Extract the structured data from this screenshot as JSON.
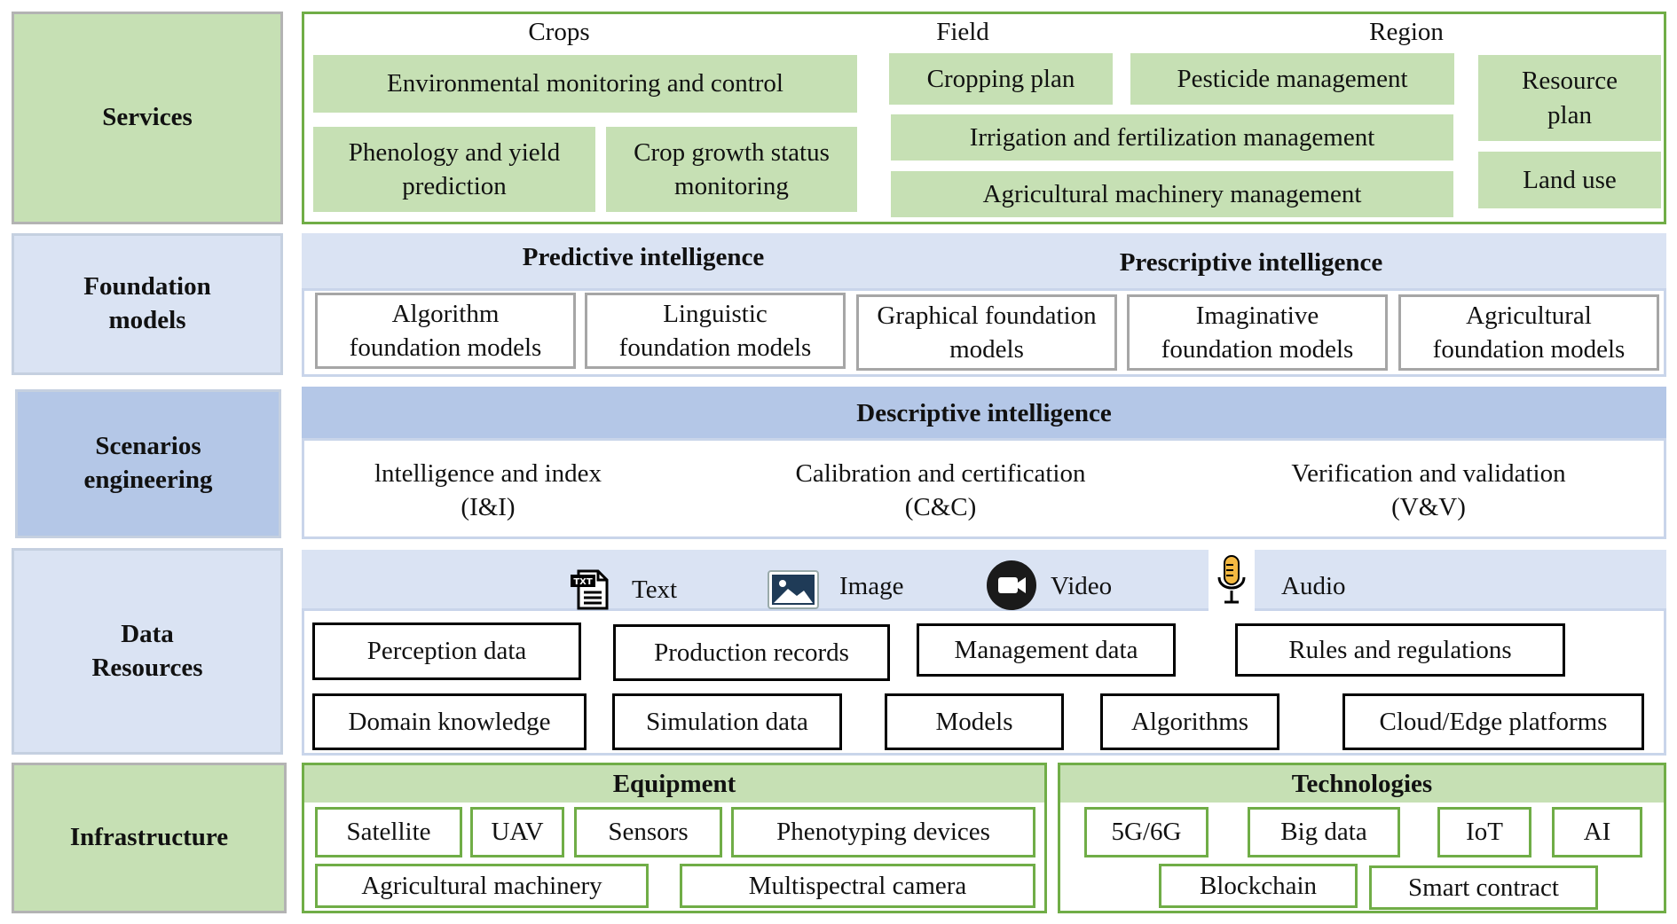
{
  "layers": {
    "services": "Services",
    "foundation_models": "Foundation models",
    "scenarios_engineering": "Scenarios engineering",
    "data_resources": "Data Resources",
    "infrastructure": "Infrastructure"
  },
  "services": {
    "headers": {
      "crops": "Crops",
      "field": "Field",
      "region": "Region"
    },
    "crops": {
      "env_monitoring": "Environmental monitoring and control",
      "phenology": "Phenology and yield prediction",
      "crop_growth": "Crop growth status monitoring"
    },
    "field": {
      "cropping_plan": "Cropping plan",
      "pesticide": "Pesticide management",
      "irrigation": "Irrigation  and fertilization management",
      "machinery": "Agricultural machinery management"
    },
    "region": {
      "resource_plan": "Resource plan",
      "land_use": "Land use"
    }
  },
  "foundation": {
    "predictive": "Predictive intelligence",
    "prescriptive": "Prescriptive intelligence",
    "models": [
      "Algorithm foundation models",
      "Linguistic foundation models",
      "Graphical foundation models",
      "Imaginative foundation models",
      "Agricultural foundation models"
    ]
  },
  "scenarios": {
    "descriptive": "Descriptive intelligence",
    "ii": "lntelligence and index (I&I)",
    "cc": "Calibration and certification (C&C)",
    "vv": "Verification and validation (V&V)"
  },
  "data": {
    "media": {
      "text": "Text",
      "image": "Image",
      "video": "Video",
      "audio": "Audio",
      "txt_badge": "TXT"
    },
    "items": {
      "perception": "Perception data",
      "production": "Production records",
      "management": "Management data",
      "rules": "Rules and regulations",
      "domain": "Domain knowledge",
      "simulation": "Simulation data",
      "models": "Models",
      "algorithms": "Algorithms",
      "cloud": "Cloud/Edge platforms"
    }
  },
  "infrastructure": {
    "equipment": "Equipment",
    "technologies": "Technologies",
    "equipment_items": {
      "satellite": "Satellite",
      "uav": "UAV",
      "sensors": "Sensors",
      "phenotyping": "Phenotyping devices",
      "ag_machinery": "Agricultural machinery",
      "multispectral": "Multispectral camera"
    },
    "tech_items": {
      "g56": "5G/6G",
      "bigdata": "Big data",
      "iot": "IoT",
      "ai": "AI",
      "blockchain": "Blockchain",
      "smart_contract": "Smart contract"
    }
  },
  "colors": {
    "green_fill": "#c6e0b4",
    "green_border": "#70ad47",
    "light_blue": "#dae3f3",
    "mid_blue": "#b4c7e7"
  }
}
